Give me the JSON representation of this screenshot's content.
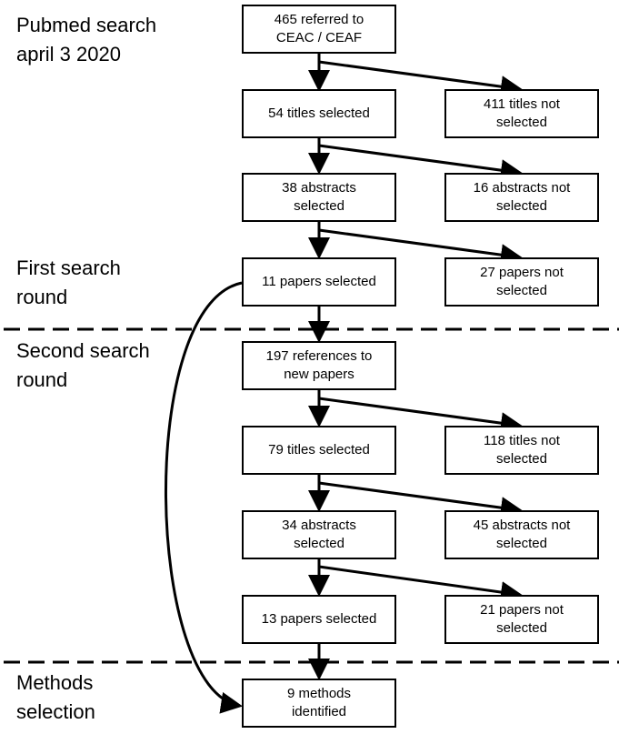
{
  "sections": {
    "pubmed": "Pubmed search\napril 3 2020",
    "first": "First search\nround",
    "second": "Second search\nround",
    "methods": "Methods\nselection"
  },
  "boxes": {
    "referred": "465 referred to\nCEAC / CEAF",
    "titles_selected_1": "54 titles selected",
    "titles_not_selected_1": "411 titles not\nselected",
    "abstracts_selected_1": "38 abstracts\nselected",
    "abstracts_not_selected_1": "16 abstracts  not\nselected",
    "papers_selected_1": "11 papers selected",
    "papers_not_selected_1": "27 papers not\nselected",
    "references": "197 references to\nnew papers",
    "titles_selected_2": "79 titles selected",
    "titles_not_selected_2": "118 titles not\nselected",
    "abstracts_selected_2": "34 abstracts\nselected",
    "abstracts_not_selected_2": "45 abstracts not\nselected",
    "papers_selected_2": "13 papers selected",
    "papers_not_selected_2": "21 papers not\nselected",
    "methods": "9 methods\nidentified"
  }
}
